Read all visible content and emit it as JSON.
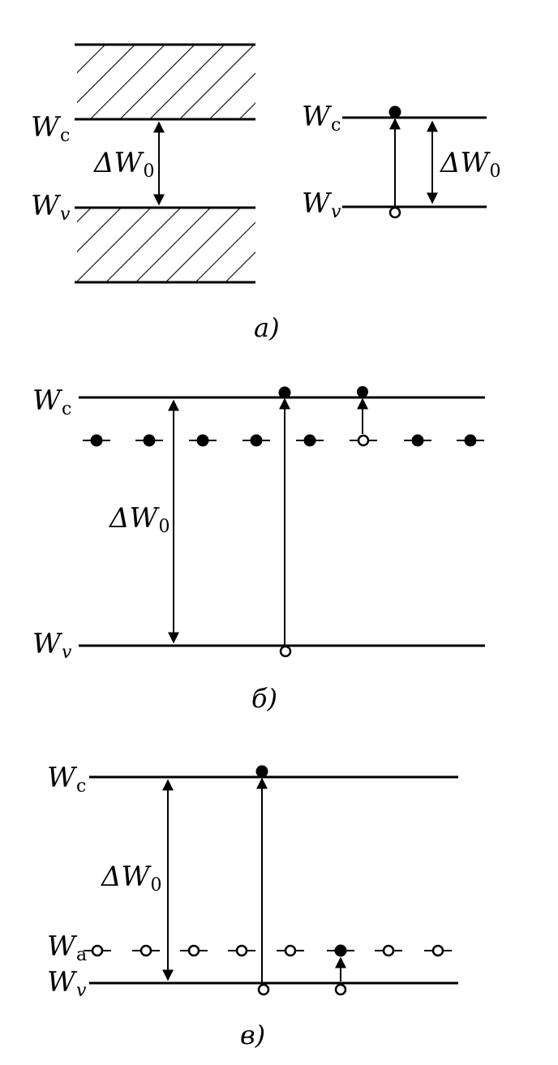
{
  "labels": {
    "wc_main": "W",
    "wc_sub": "c",
    "wv_main": "W",
    "wv_sub": "v",
    "wa_main": "W",
    "wa_sub": "a",
    "delta_main": "ΔW",
    "delta_sub": "0"
  },
  "captions": {
    "a": "a)",
    "b": "б)",
    "c": "в)"
  },
  "panel_b": {
    "donor_electron_states": [
      "filled",
      "filled",
      "filled",
      "filled",
      "filled",
      "empty",
      "filled",
      "filled"
    ]
  },
  "panel_c": {
    "acceptor_states": [
      "empty",
      "empty",
      "empty",
      "empty",
      "empty",
      "filled",
      "empty",
      "empty"
    ]
  }
}
